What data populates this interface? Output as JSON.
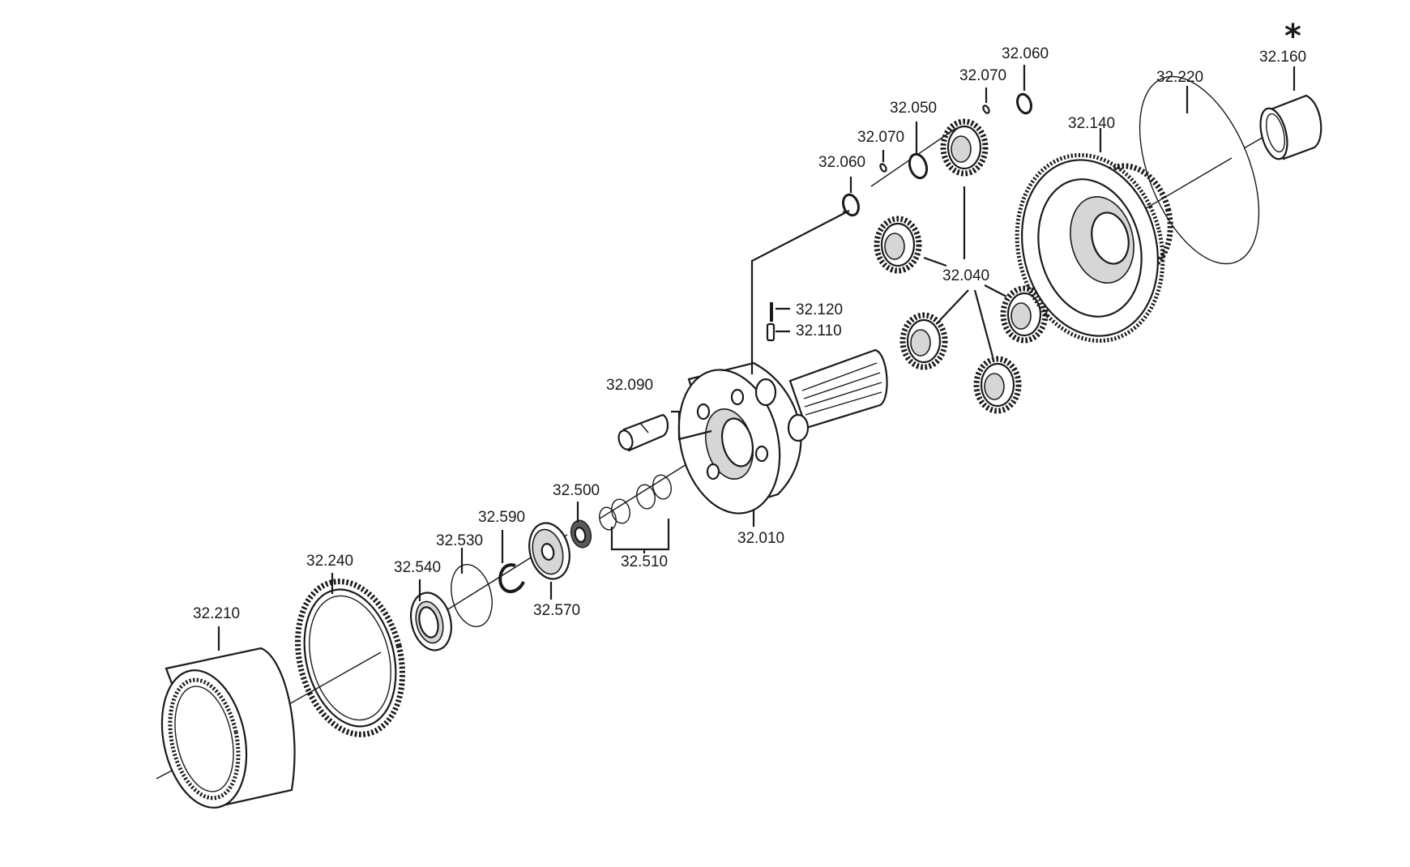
{
  "diagram": {
    "parts": [
      {
        "id": "p32210",
        "label": "32.210"
      },
      {
        "id": "p32240",
        "label": "32.240"
      },
      {
        "id": "p32540",
        "label": "32.540"
      },
      {
        "id": "p32530",
        "label": "32.530"
      },
      {
        "id": "p32590",
        "label": "32.590"
      },
      {
        "id": "p32570",
        "label": "32.570"
      },
      {
        "id": "p32500",
        "label": "32.500"
      },
      {
        "id": "p32510",
        "label": "32.510"
      },
      {
        "id": "p32010",
        "label": "32.010"
      },
      {
        "id": "p32090",
        "label": "32.090"
      },
      {
        "id": "p32120",
        "label": "32.120"
      },
      {
        "id": "p32110",
        "label": "32.110"
      },
      {
        "id": "p32040",
        "label": "32.040"
      },
      {
        "id": "p32060a",
        "label": "32.060"
      },
      {
        "id": "p32070a",
        "label": "32.070"
      },
      {
        "id": "p32050",
        "label": "32.050"
      },
      {
        "id": "p32070b",
        "label": "32.070"
      },
      {
        "id": "p32060b",
        "label": "32.060"
      },
      {
        "id": "p32140",
        "label": "32.140"
      },
      {
        "id": "p32220",
        "label": "32.220"
      },
      {
        "id": "p32160",
        "label": "32.160"
      }
    ],
    "marker": "*"
  }
}
